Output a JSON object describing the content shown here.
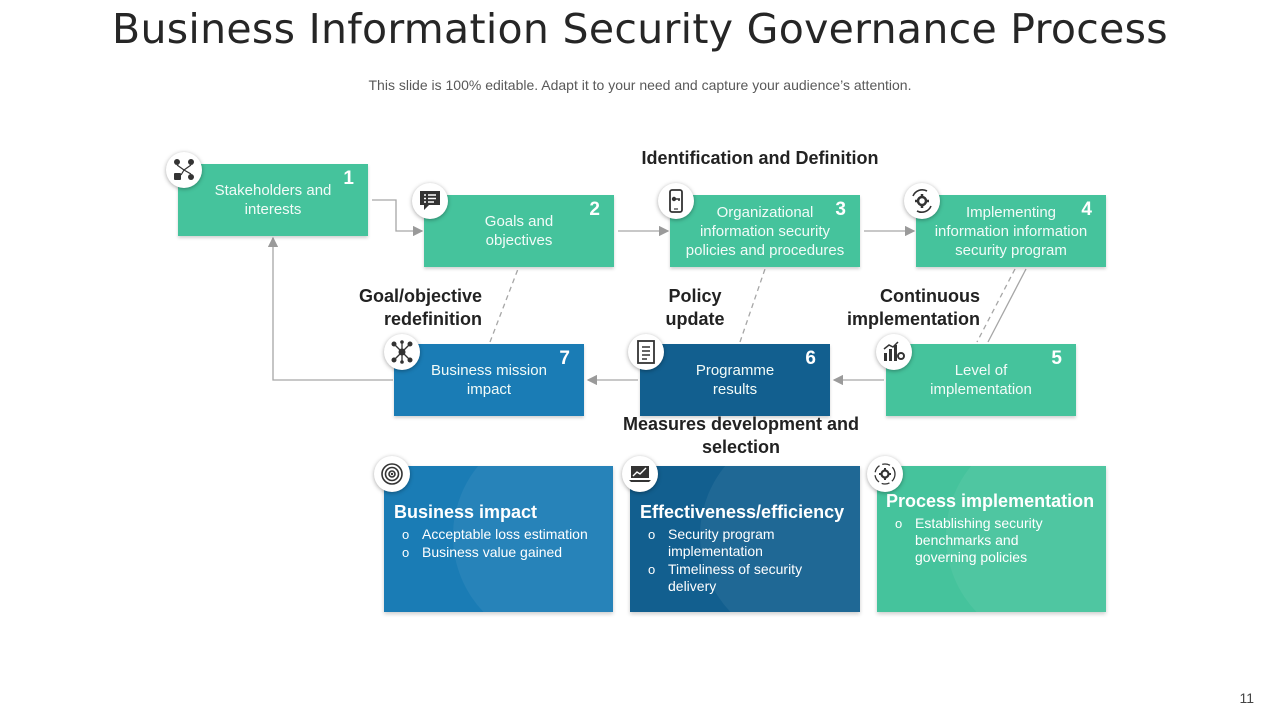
{
  "title": "Business Information Security Governance Process",
  "subtitle": "This slide is 100% editable. Adapt it to your need and capture your audience’s attention.",
  "steps": [
    {
      "num": "1",
      "text": "Stakeholders and interests",
      "icon": "stakeholders-icon"
    },
    {
      "num": "2",
      "text": "Goals and objectives",
      "icon": "checklist-chat-icon"
    },
    {
      "num": "3",
      "text": "Organizational information security policies and procedures",
      "icon": "mobile-security-icon"
    },
    {
      "num": "4",
      "text": "Implementing information information security program",
      "icon": "gear-cycle-icon"
    },
    {
      "num": "5",
      "text": "Level of implementation",
      "icon": "chart-gear-icon"
    },
    {
      "num": "6",
      "text": "Programme results",
      "icon": "document-icon"
    },
    {
      "num": "7",
      "text": "Business mission impact",
      "icon": "network-icon"
    }
  ],
  "labels": {
    "identification": "Identification and Definition",
    "goal_redefinition_1": "Goal/objective",
    "goal_redefinition_2": "redefinition",
    "policy_update_1": "Policy",
    "policy_update_2": "update",
    "continuous_1": "Continuous",
    "continuous_2": "implementation",
    "measures_1": "Measures development and",
    "measures_2": "selection"
  },
  "cards": [
    {
      "title": "Business impact",
      "items": [
        "Acceptable loss estimation",
        "Business value gained"
      ],
      "icon": "target-icon"
    },
    {
      "title": "Effectiveness/efficiency",
      "items": [
        "Security program implementation",
        "Timeliness of security delivery"
      ],
      "icon": "laptop-chart-icon"
    },
    {
      "title": "Process implementation",
      "items": [
        "Establishing security benchmarks and governing policies"
      ],
      "icon": "process-cycle-icon"
    }
  ],
  "colors": {
    "green": "#45c39c",
    "blue": "#1a7cb5",
    "navy": "#125f8f"
  },
  "page_number": "11"
}
